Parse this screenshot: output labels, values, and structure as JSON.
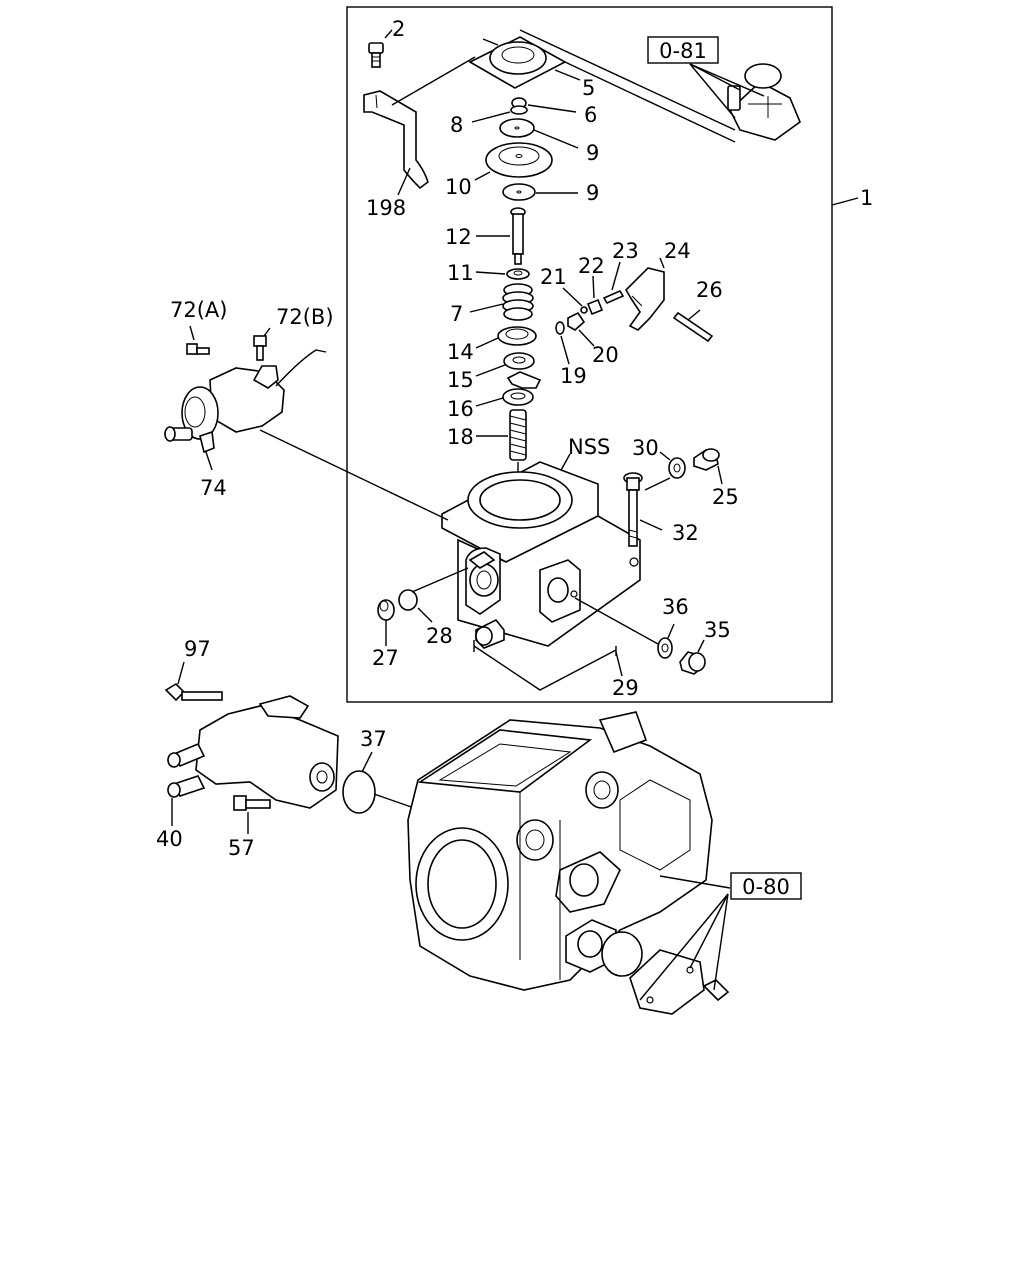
{
  "references": {
    "ref_0_81": "0-81",
    "ref_0_80": "0-80"
  },
  "labels": {
    "l1": "1",
    "l2": "2",
    "l5": "5",
    "l6": "6",
    "l8": "8",
    "l9a": "9",
    "l9b": "9",
    "l10": "10",
    "l198": "198",
    "l12": "12",
    "l11": "11",
    "l21": "21",
    "l22": "22",
    "l23": "23",
    "l24": "24",
    "l26": "26",
    "l7": "7",
    "l14": "14",
    "l20": "20",
    "l19": "19",
    "l15": "15",
    "l16": "16",
    "l18": "18",
    "lnss": "NSS",
    "l30": "30",
    "l25": "25",
    "l32": "32",
    "l72a": "72(A)",
    "l72b": "72(B)",
    "l74": "74",
    "l36": "36",
    "l35": "35",
    "l27": "27",
    "l28": "28",
    "l29": "29",
    "l97": "97",
    "l37": "37",
    "l40": "40",
    "l57": "57"
  }
}
